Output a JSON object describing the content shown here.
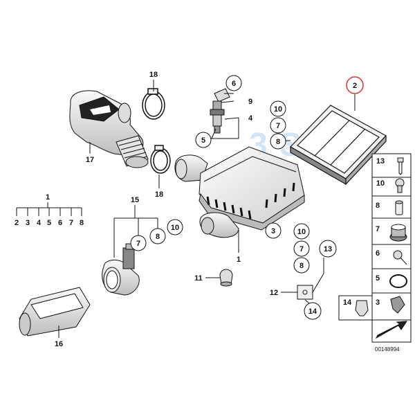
{
  "diagram": {
    "catalog_code": "00148994",
    "watermark": "3 SOL",
    "callouts": [
      {
        "id": "c18a",
        "label": "18"
      },
      {
        "id": "c6a",
        "label": "6"
      },
      {
        "id": "c9",
        "label": "9"
      },
      {
        "id": "c4",
        "label": "4"
      },
      {
        "id": "c5a",
        "label": "5"
      },
      {
        "id": "c10a",
        "label": "10"
      },
      {
        "id": "c7a",
        "label": "7"
      },
      {
        "id": "c8a",
        "label": "8"
      },
      {
        "id": "c2",
        "label": "2"
      },
      {
        "id": "c17",
        "label": "17"
      },
      {
        "id": "c18b",
        "label": "18"
      },
      {
        "id": "c15",
        "label": "15"
      },
      {
        "id": "c7b",
        "label": "7"
      },
      {
        "id": "c8b",
        "label": "8"
      },
      {
        "id": "c10b",
        "label": "10"
      },
      {
        "id": "c3a",
        "label": "3"
      },
      {
        "id": "c1",
        "label": "1"
      },
      {
        "id": "c10c",
        "label": "10"
      },
      {
        "id": "c7c",
        "label": "7"
      },
      {
        "id": "c8c",
        "label": "8"
      },
      {
        "id": "c13a",
        "label": "13"
      },
      {
        "id": "c11",
        "label": "11"
      },
      {
        "id": "c12",
        "label": "12"
      },
      {
        "id": "c14a",
        "label": "14"
      },
      {
        "id": "c16",
        "label": "16"
      }
    ],
    "tree": {
      "root": "1",
      "children": [
        "2",
        "3",
        "4",
        "5",
        "6",
        "7",
        "8"
      ]
    },
    "legend": {
      "rows": [
        {
          "label": "13"
        },
        {
          "label": "10"
        },
        {
          "label": "8"
        },
        {
          "label": "7"
        },
        {
          "label": "6"
        },
        {
          "label": "5"
        },
        {
          "label": "3"
        }
      ],
      "extra": {
        "label": "14"
      }
    },
    "colors": {
      "line": "#111111",
      "circle_highlight": "#e03030",
      "watermark": "#7fb6e6",
      "box_fill": "#f4f4f4"
    }
  }
}
